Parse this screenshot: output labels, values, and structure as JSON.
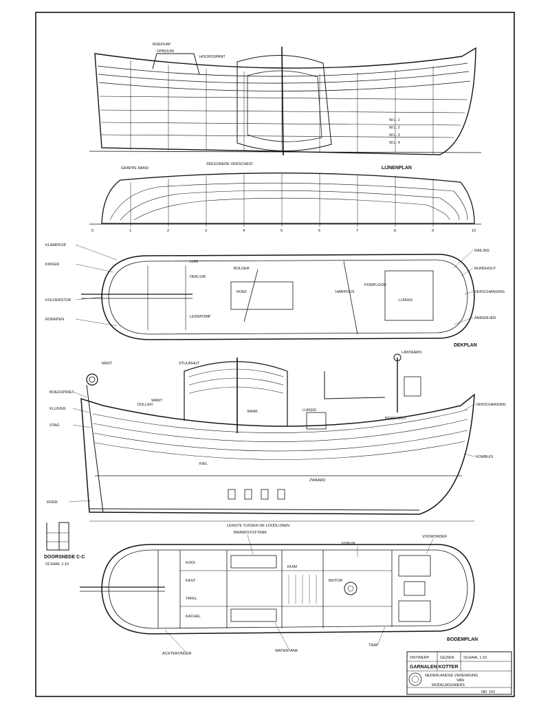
{
  "sheet": {
    "views": {
      "profile_lines_title": "LIJNENPLAN",
      "half_breadth_title": "SPANTENPLAN",
      "deck_plan_title": "DEKPLAN",
      "section_title": "DOORSNEDE C-C",
      "section_scale": "SCHAAL 1:10",
      "interior_plan_title": "BODEMPLAN"
    },
    "station_numbers": [
      "0",
      "1",
      "2",
      "3",
      "4",
      "5",
      "6",
      "7",
      "8",
      "9",
      "10"
    ],
    "waterlines": [
      "W.L. 1",
      "W.L. 2",
      "W.L. 3",
      "W.L. 4"
    ],
    "profile_labels": [
      "ROEFKAP",
      "OPBOUW",
      "HOOFDSPANT"
    ],
    "half_breadth_labels": [
      "GRAPPE RAND",
      "ZEEGSNEDE VERSCHEID"
    ],
    "deck_labels": [
      "KLAMPKOP",
      "KIKKER",
      "KOLDERSTOK",
      "ROERPEN",
      "LUIK",
      "DEKLUIK",
      "ROEF",
      "LENSPOMP",
      "BOLDER",
      "HARPOEN",
      "POMPLOOD",
      "LUIKEN",
      "RAILING",
      "RUNDHOUT",
      "VERSCHANSING",
      "ANKERLIER"
    ],
    "elevation_labels": [
      "MAST",
      "BOEGSPRIET",
      "KLUIVER",
      "STAG",
      "LANTAARN",
      "STUURHUT",
      "BANK",
      "DOLLEN",
      "WANT",
      "LUIKEN",
      "BERGHOUT",
      "KIEL",
      "ROER",
      "ZWAARD",
      "VERSCHANSING",
      "KOMBUIS",
      "LENGTE TUSSEN DE LOODLIJNEN"
    ],
    "interior_labels": [
      "KOOI",
      "KAST",
      "TAFEL",
      "KACHEL",
      "MOTOR",
      "BRANDSTOFTANK",
      "WATERTANK",
      "TRAP",
      "VISBUN",
      "RUIM",
      "VOORONDER",
      "ACHTERONDER"
    ],
    "title_block": {
      "field_1": "ONTWERP",
      "field_2": "GEZIEN",
      "field_3": "SCHAAL 1:10",
      "vessel": "GARNALEN KOTTER",
      "publisher_line_1": "NEDERLANDSE VERENIGING",
      "publisher_line_2": "VAN",
      "publisher_line_3": "MODELBOUWERS",
      "sheet_no": "NR. 102"
    }
  }
}
